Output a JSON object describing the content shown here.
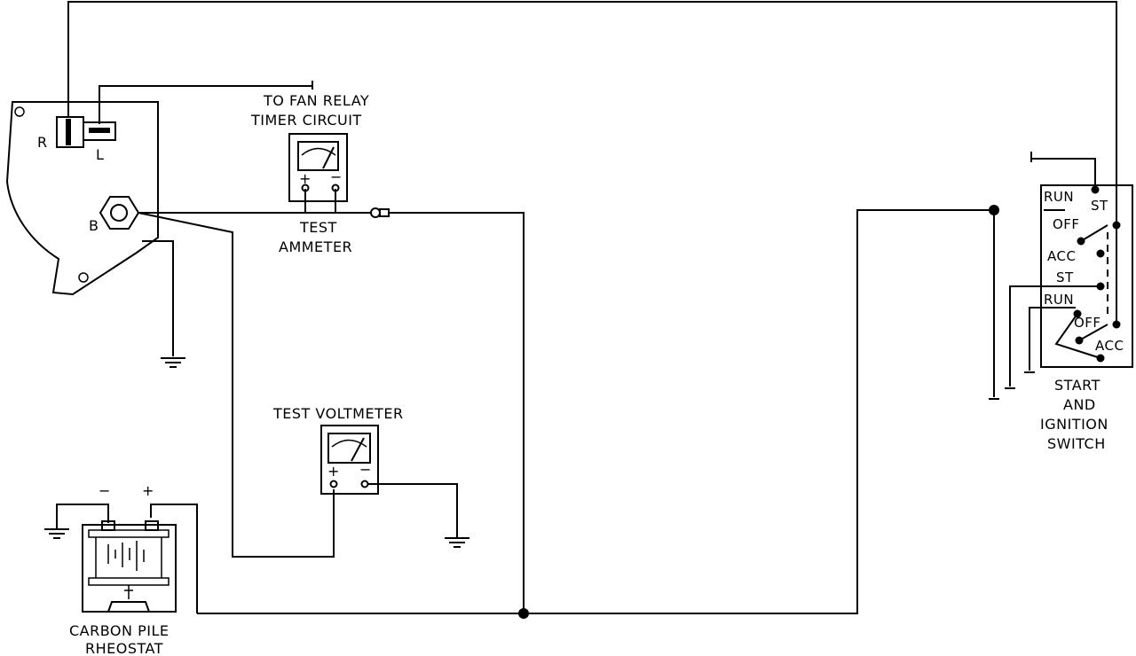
{
  "alternator": {
    "terminal_r": "R",
    "terminal_l": "L",
    "terminal_b": "B"
  },
  "fan_relay": {
    "line1": "TO FAN RELAY",
    "line2": "TIMER  CIRCUIT"
  },
  "ammeter": {
    "line1": "TEST",
    "line2": "AMMETER",
    "plus": "+",
    "minus": "−"
  },
  "voltmeter": {
    "title": "TEST VOLTMETER",
    "plus": "+",
    "minus": "−"
  },
  "rheostat": {
    "minus": "−",
    "plus": "+",
    "line1": "CARBON  PILE",
    "line2": "RHEOSTAT"
  },
  "ignition_switch": {
    "upper_run": "RUN",
    "upper_st": "ST",
    "upper_off": "OFF",
    "upper_acc": "ACC",
    "lower_st": "ST",
    "lower_run": "RUN",
    "lower_off": "OFF",
    "lower_acc": "ACC",
    "label1": "START",
    "label2": "AND",
    "label3": "IGNITION",
    "label4": "SWITCH"
  }
}
